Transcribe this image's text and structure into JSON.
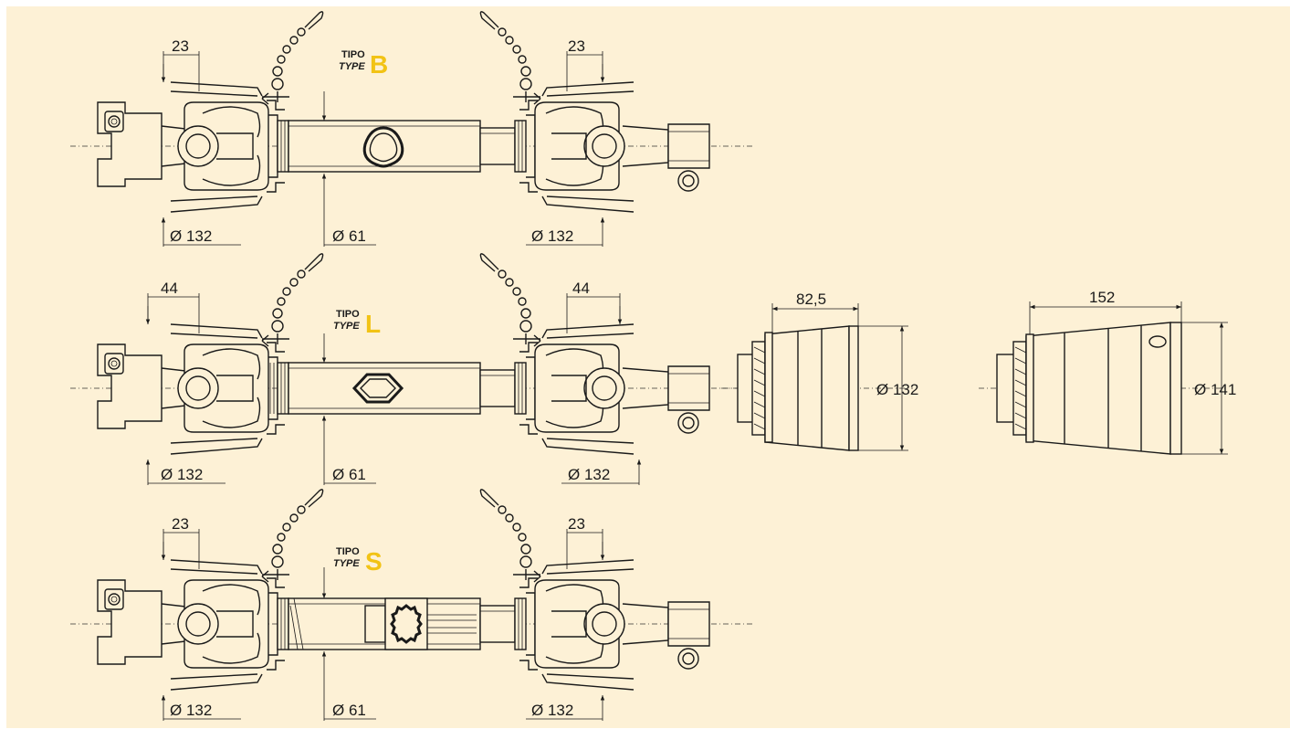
{
  "accent_color": "#f2c315",
  "background_color": "#fdf1d6",
  "shafts": [
    {
      "tipo": "TIPO",
      "type": "TYPE",
      "letter": "B",
      "dim_left_top": "23",
      "dim_right_top": "23",
      "dim_left_bottom": "Ø 132",
      "dim_center_bottom": "Ø 61",
      "dim_right_bottom": "Ø 132",
      "profile_icon": "trilobe-profile-icon"
    },
    {
      "tipo": "TIPO",
      "type": "TYPE",
      "letter": "L",
      "dim_left_top": "44",
      "dim_right_top": "44",
      "dim_left_bottom": "Ø 132",
      "dim_center_bottom": "Ø 61",
      "dim_right_bottom": "Ø 132",
      "profile_icon": "lemon-profile-icon"
    },
    {
      "tipo": "TIPO",
      "type": "TYPE",
      "letter": "S",
      "dim_left_top": "23",
      "dim_right_top": "23",
      "dim_left_bottom": "Ø 132",
      "dim_center_bottom": "Ø 61",
      "dim_right_bottom": "Ø 132",
      "profile_icon": "splined-profile-icon"
    }
  ],
  "cones": [
    {
      "dim_length": "82,5",
      "dim_diameter": "Ø 132"
    },
    {
      "dim_length": "152",
      "dim_diameter": "Ø 141"
    }
  ]
}
